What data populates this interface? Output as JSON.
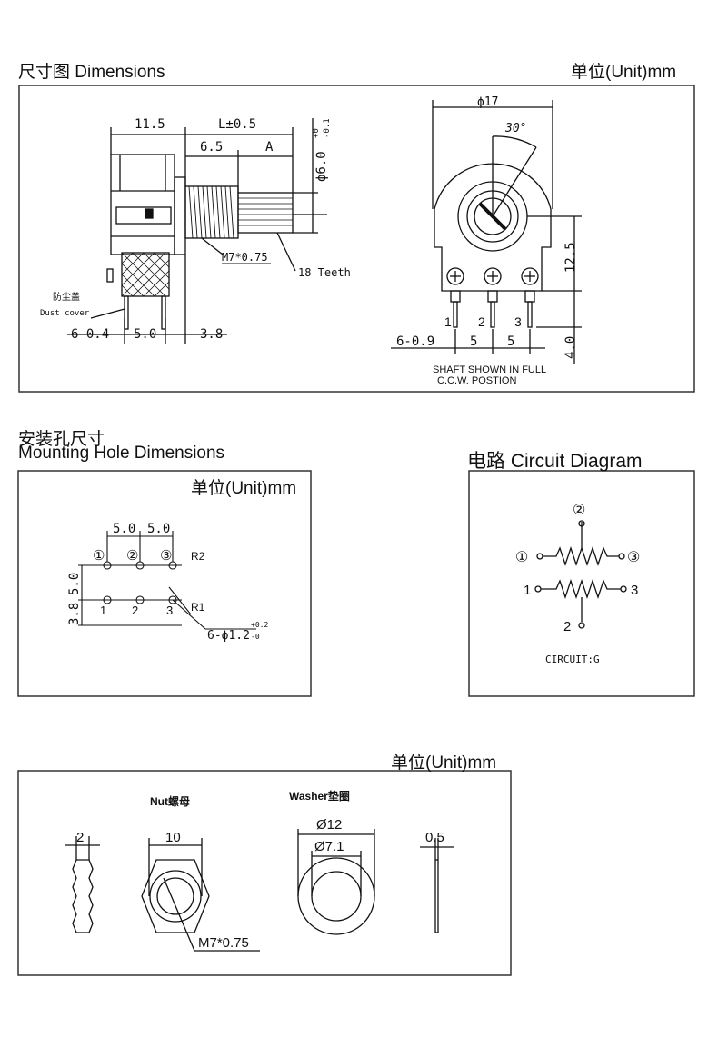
{
  "sec1": {
    "title": "尺寸图  Dimensions",
    "unit": "单位(Unit)mm",
    "side": {
      "d_11_5": "11.5",
      "d_L": "L±0.5",
      "d_6_5": "6.5",
      "d_A": "A",
      "d_phi6": "ϕ6.0",
      "d_phi6_tol_up": "+0",
      "d_phi6_tol_dn": "-0.1",
      "thread": "M7*0.75",
      "teeth": "18 Teeth",
      "dust_cn": "防尘盖",
      "dust_en": "Dust cover",
      "d_6_04": "6-0.4",
      "d_5_0": "5.0",
      "d_3_8": "3.8"
    },
    "front": {
      "d_phi17": "ϕ17",
      "d_30": "30°",
      "d_12_5": "12.5",
      "d_4_0": "4.0",
      "d_6_09": "6-0.9",
      "d_5a": "5",
      "d_5b": "5",
      "pin1": "1",
      "pin2": "2",
      "pin3": "3",
      "note1": "SHAFT SHOWN IN FULL",
      "note2": "C.C.W. POSTION"
    }
  },
  "sec2": {
    "title_cn": "安装孔尺寸",
    "title_en": "Mounting Hole Dimensions",
    "unit": "单位(Unit)mm",
    "d_5a": "5.0",
    "d_5b": "5.0",
    "d_5v": "5.0",
    "d_38": "3.8",
    "c1": "①",
    "c2": "②",
    "c3": "③",
    "r2": "R2",
    "r1": "R1",
    "p1": "1",
    "p2": "2",
    "p3": "3",
    "hole": "6-ϕ1.2",
    "hole_tol_up": "+0.2",
    "hole_tol_dn": "-0"
  },
  "sec3": {
    "title": "电路 Circuit Diagram",
    "c1": "①",
    "c2": "②",
    "c3": "③",
    "n1": "1",
    "n2": "2",
    "n3": "3",
    "caption": "CIRCUIT:G"
  },
  "sec4": {
    "unit": "单位(Unit)mm",
    "nut": "Nut螺母",
    "washer": "Washer垫圈",
    "d_2": "2",
    "d_10": "10",
    "d_phi12": "Ø12",
    "d_phi7": "Ø7.1",
    "d_05": "0.5",
    "thread": "M7*0.75"
  }
}
